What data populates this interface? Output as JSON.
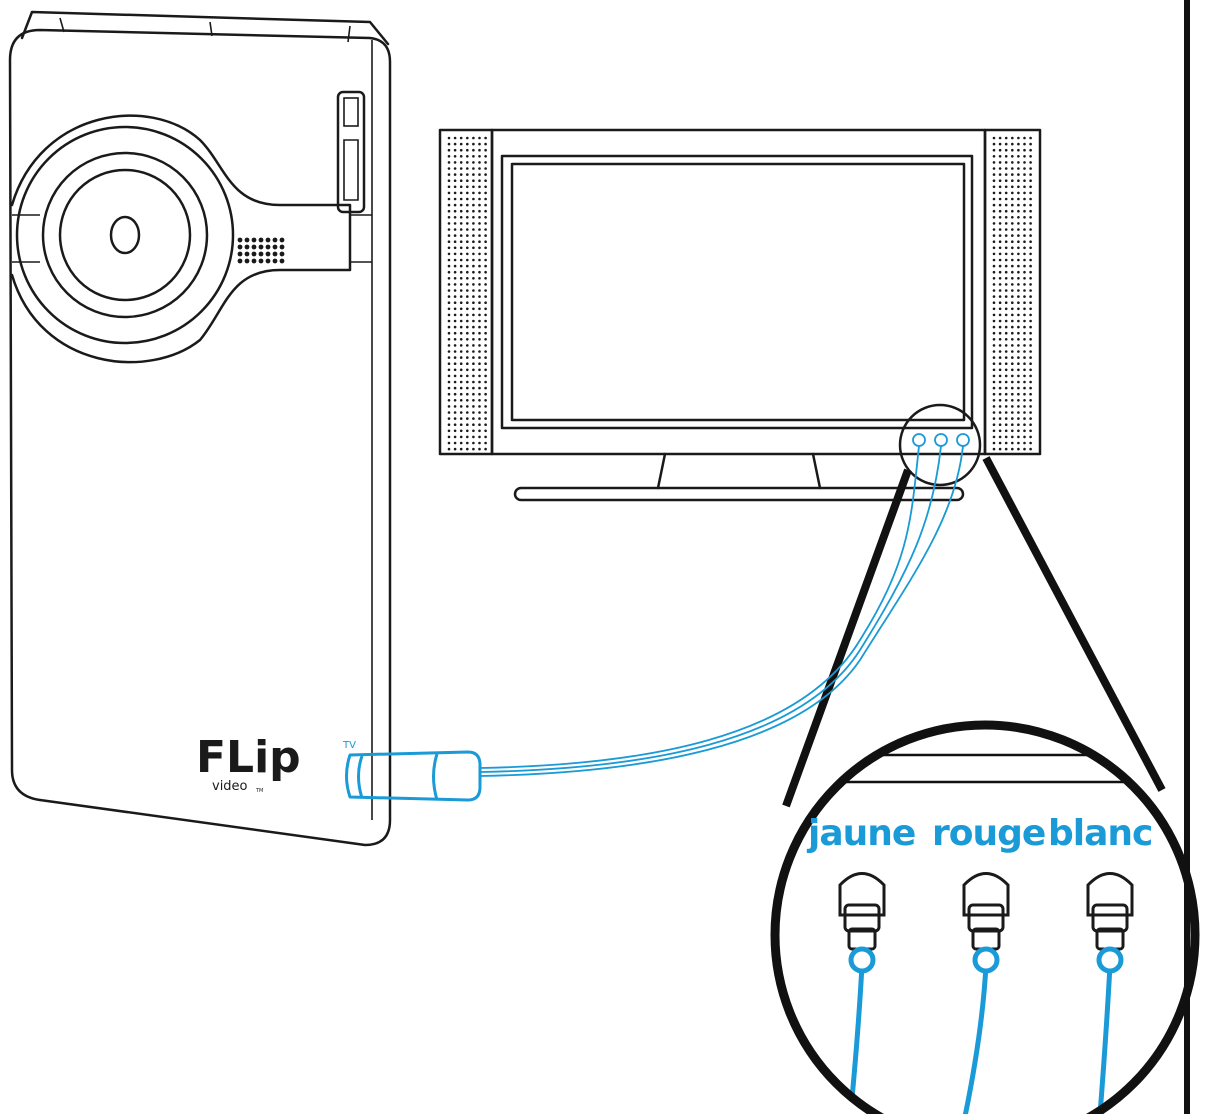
{
  "colors": {
    "accent": "#1a9ad6",
    "ink": "#1a1a1a",
    "background": "#ffffff"
  },
  "camera": {
    "brand": "FLip",
    "sub_brand": "video",
    "trademark": "TM",
    "port_label": "TV"
  },
  "connectors": [
    {
      "label": "jaune"
    },
    {
      "label": "rouge"
    },
    {
      "label": "blanc"
    }
  ],
  "icons": {
    "camera": "camcorder-icon",
    "tv": "television-icon",
    "plug": "rca-plug-icon"
  }
}
